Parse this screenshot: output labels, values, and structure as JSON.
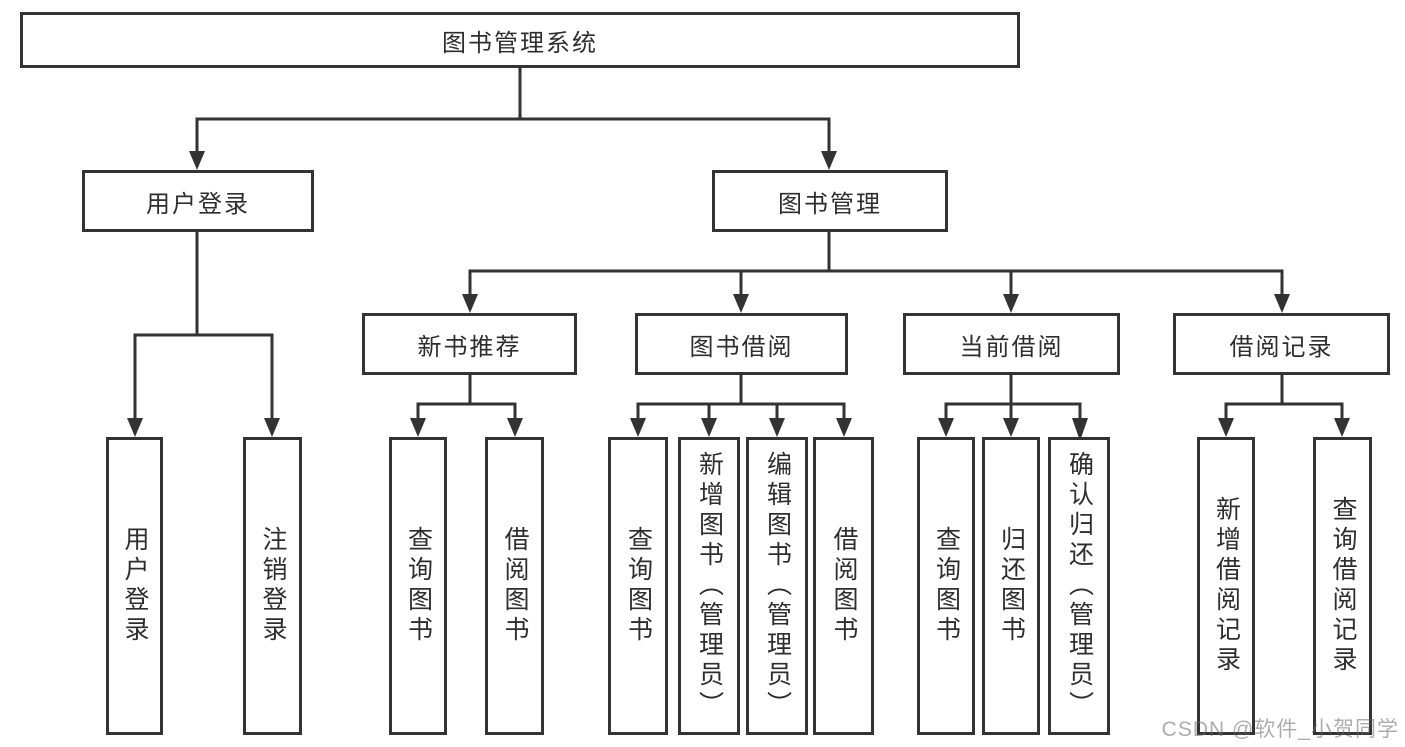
{
  "diagram": {
    "type": "functional-structure-tree",
    "colors": {
      "line": "#333333",
      "box_border": "#333333",
      "text": "#2e2e2e",
      "background": "#ffffff",
      "watermark": "#b5b5b5"
    },
    "nodes": {
      "root": {
        "label": "图书管理系统"
      },
      "user_login": {
        "label": "用户登录"
      },
      "book_mgmt": {
        "label": "图书管理"
      },
      "new_book_rec": {
        "label": "新书推荐"
      },
      "book_borrow": {
        "label": "图书借阅"
      },
      "current_borrow": {
        "label": "当前借阅"
      },
      "borrow_record": {
        "label": "借阅记录"
      },
      "leaf_user_login": {
        "label": "用户登录"
      },
      "leaf_logout": {
        "label": "注销登录"
      },
      "leaf_query_book_1": {
        "label": "查询图书"
      },
      "leaf_borrow_book_1": {
        "label": "借阅图书"
      },
      "leaf_query_book_2": {
        "label": "查询图书"
      },
      "leaf_add_book": {
        "label": "新增图书（管理员）"
      },
      "leaf_edit_book": {
        "label": "编辑图书（管理员）"
      },
      "leaf_borrow_book_2": {
        "label": "借阅图书"
      },
      "leaf_query_book_3": {
        "label": "查询图书"
      },
      "leaf_return_book": {
        "label": "归还图书"
      },
      "leaf_confirm_return": {
        "label": "确认归还（管理员）"
      },
      "leaf_add_record": {
        "label": "新增借阅记录"
      },
      "leaf_query_record": {
        "label": "查询借阅记录"
      }
    },
    "hierarchy": {
      "root": "图书管理系统",
      "children": [
        {
          "label": "用户登录",
          "children": [
            "用户登录",
            "注销登录"
          ]
        },
        {
          "label": "图书管理",
          "children": [
            {
              "label": "新书推荐",
              "children": [
                "查询图书",
                "借阅图书"
              ]
            },
            {
              "label": "图书借阅",
              "children": [
                "查询图书",
                "新增图书（管理员）",
                "编辑图书（管理员）",
                "借阅图书"
              ]
            },
            {
              "label": "当前借阅",
              "children": [
                "查询图书",
                "归还图书",
                "确认归还（管理员）"
              ]
            },
            {
              "label": "借阅记录",
              "children": [
                "新增借阅记录",
                "查询借阅记录"
              ]
            }
          ]
        }
      ]
    },
    "watermark": {
      "text": "CSDN @软件_小贺同学"
    }
  }
}
